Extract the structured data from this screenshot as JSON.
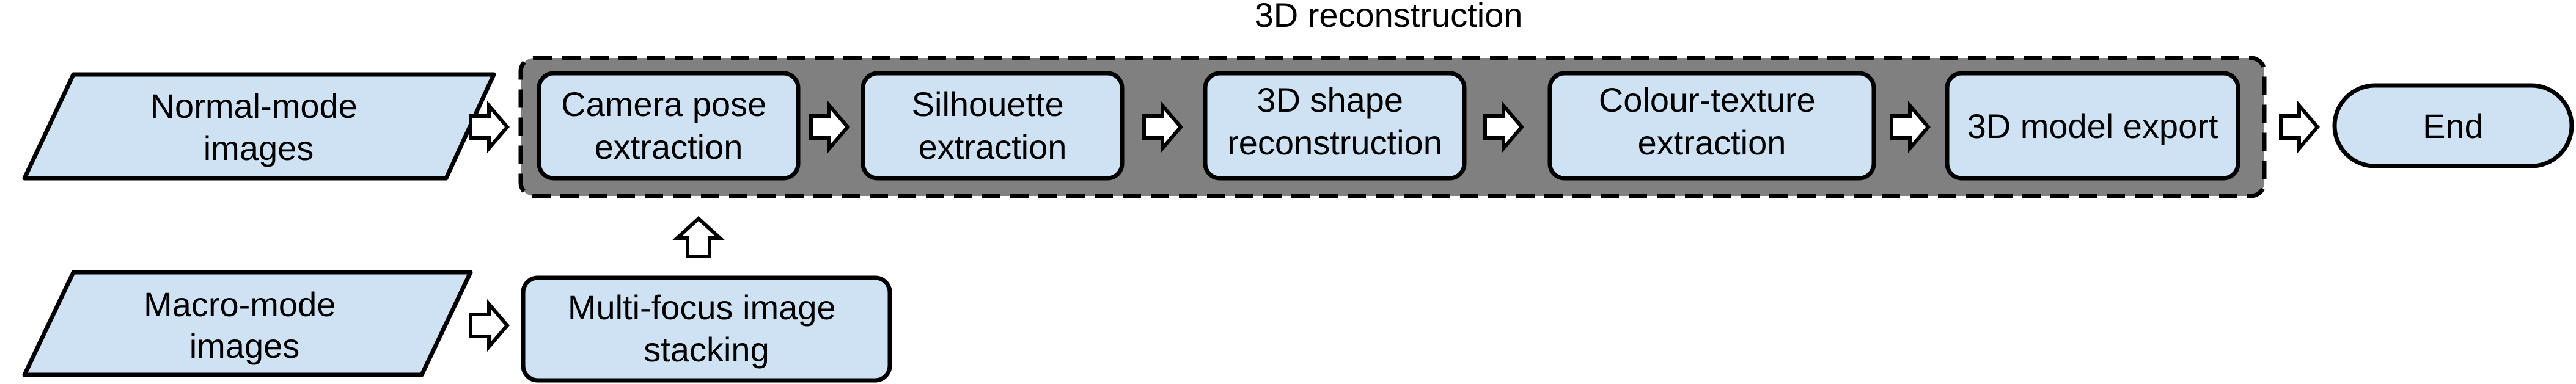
{
  "diagram": {
    "group_label": "3D reconstruction",
    "inputs": [
      {
        "lines": [
          "Normal-mode",
          "images"
        ]
      },
      {
        "lines": [
          "Macro-mode",
          "images"
        ]
      }
    ],
    "preprocess": {
      "lines": [
        "Multi-focus image",
        "stacking"
      ]
    },
    "steps": [
      {
        "lines": [
          "Camera pose",
          "extraction"
        ]
      },
      {
        "lines": [
          "Silhouette",
          "extraction"
        ]
      },
      {
        "lines": [
          "3D shape",
          "reconstruction"
        ]
      },
      {
        "lines": [
          "Colour-texture",
          "extraction"
        ]
      },
      {
        "lines": [
          "3D model export"
        ]
      }
    ],
    "end": {
      "lines": [
        "End"
      ]
    },
    "colors": {
      "node_fill": "#cfe2f3",
      "group_fill": "#808080",
      "stroke": "#000000"
    }
  }
}
